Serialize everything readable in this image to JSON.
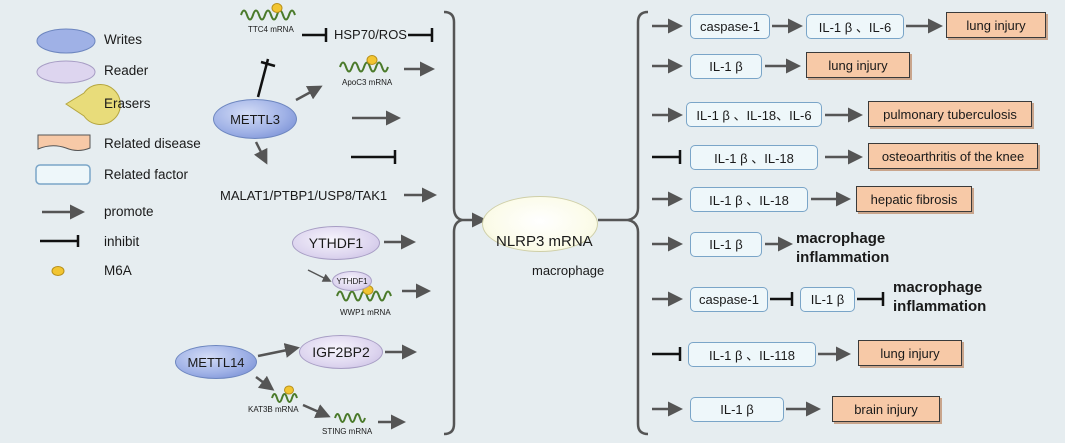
{
  "legend": {
    "writes": "Writes",
    "reader": "Reader",
    "erasers": "Erasers",
    "related_disease": "Related disease",
    "related_factor": "Related factor",
    "promote": "promote",
    "inhibit": "inhibit",
    "m6a": "M6A"
  },
  "left": {
    "mettl3": "METTL3",
    "ttc4_mrna": "TTC4 mRNA",
    "hsp70_ros": "HSP70/ROS",
    "apoc3_mrna": "ApoC3 mRNA",
    "malat1": "MALAT1/PTBP1/USP8/TAK1",
    "ythdf1": "YTHDF1",
    "ythdf1_small": "YTHDF1",
    "wwp1_mrna": "WWP1 mRNA",
    "mettl14": "METTL14",
    "igf2bp2": "IGF2BP2",
    "kat3b_mrna": "KAT3B mRNA",
    "sting_mrna": "STING  mRNA"
  },
  "center": {
    "nlrp3": "NLRP3 mRNA",
    "macrophage": "macrophage"
  },
  "right": {
    "rows": [
      {
        "factors": [
          "caspase-1",
          "IL-1 β 、IL-6"
        ],
        "outcome": "lung injury"
      },
      {
        "factors": [
          "IL-1 β"
        ],
        "outcome": "lung injury"
      },
      {
        "factors": [
          "IL-1 β 、IL-18、IL-6"
        ],
        "outcome": "pulmonary tuberculosis"
      },
      {
        "factors": [
          "IL-1 β 、IL-18"
        ],
        "outcome": "osteoarthritis of the knee"
      },
      {
        "factors": [
          "IL-1 β 、IL-18"
        ],
        "outcome": "hepatic fibrosis"
      },
      {
        "factors": [
          "IL-1 β"
        ],
        "outcome_line1": "macrophage",
        "outcome_line2": "inflammation"
      },
      {
        "factors": [
          "caspase-1",
          "IL-1 β"
        ],
        "outcome_line1": "macrophage",
        "outcome_line2": "inflammation"
      },
      {
        "factors": [
          "IL-1 β 、IL-118"
        ],
        "outcome": "lung injury"
      },
      {
        "factors": [
          "IL-1 β"
        ],
        "outcome": "brain injury"
      }
    ]
  },
  "colors": {
    "background": "#e6edf0",
    "writer": "#9fb1e6",
    "reader": "#ddd5ef",
    "eraser": "#e8dc7a",
    "disease": "#f7c9a7",
    "factor_border": "#7aa5c8",
    "mrna_wave": "#4a7a2a",
    "m6a_dot": "#f2c531",
    "arrow": "#555555"
  }
}
